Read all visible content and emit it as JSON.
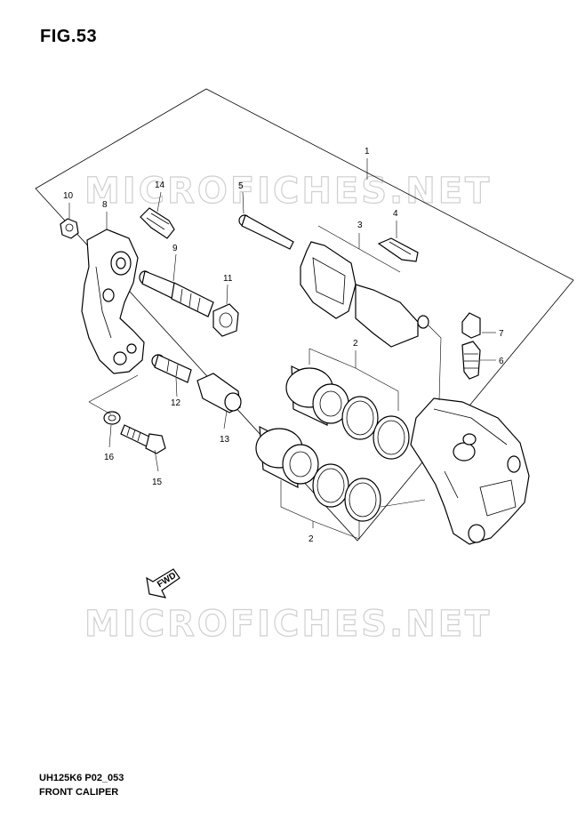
{
  "figure": {
    "title": "FIG.53",
    "ref_code": "UH125K6 P02_053",
    "caption": "FRONT CALIPER"
  },
  "watermark": {
    "text": "MICROFICHES.NET"
  },
  "fwd_label": "FWD",
  "callouts": {
    "c1": "1",
    "c2a": "2",
    "c2b": "2",
    "c3": "3",
    "c4": "4",
    "c5": "5",
    "c6": "6",
    "c7": "7",
    "c8": "8",
    "c9": "9",
    "c10": "10",
    "c11": "11",
    "c12": "12",
    "c13": "13",
    "c14": "14",
    "c15": "15",
    "c16": "16"
  }
}
